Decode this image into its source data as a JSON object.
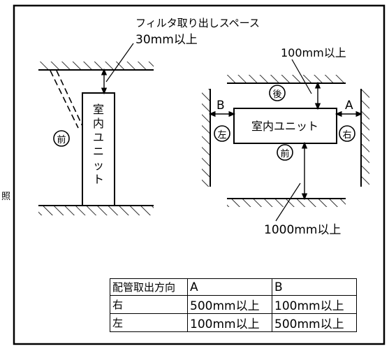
{
  "labels": {
    "filter_space_title": "フィルタ取り出しスペース",
    "filter_space_value": "30mm以上",
    "front_left_view": "前",
    "unit_vertical": "室内ユニット",
    "top_clearance": "100mm以上",
    "rear": "後",
    "left": "左",
    "right": "右",
    "front": "前",
    "side_b": "B",
    "side_a": "A",
    "unit_horizontal": "室内ユニット",
    "front_clearance": "1000mm以上",
    "side_mark": "照"
  },
  "table": {
    "headers": [
      "配管取出方向",
      "A",
      "B"
    ],
    "rows": [
      [
        "右",
        "500mm以上",
        "100mm以上"
      ],
      [
        "左",
        "100mm以上",
        "500mm以上"
      ]
    ]
  }
}
